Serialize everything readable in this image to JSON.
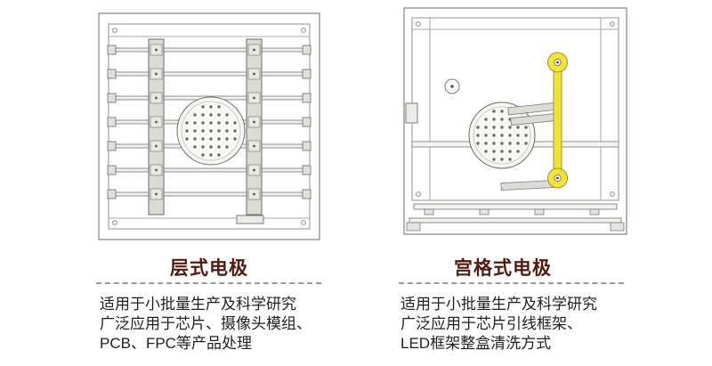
{
  "colors": {
    "title_text": "#54190f",
    "body_text": "#1f1f1f",
    "divider": "#9a9a9a",
    "diagram_line": "#6a6a6a",
    "highlight_yellow": "#f1e435"
  },
  "left_panel": {
    "title": "层式电极",
    "description_lines": [
      "适用于小批量生产及科学研究",
      "广泛应用于芯片、摄像头模组、",
      "PCB、FPC等产品处理"
    ]
  },
  "right_panel": {
    "title": "宫格式电极",
    "description_lines": [
      "适用于小批量生产及科学研究",
      "广泛应用于芯片引线框架、",
      "LED框架整盒清洗方式"
    ]
  }
}
